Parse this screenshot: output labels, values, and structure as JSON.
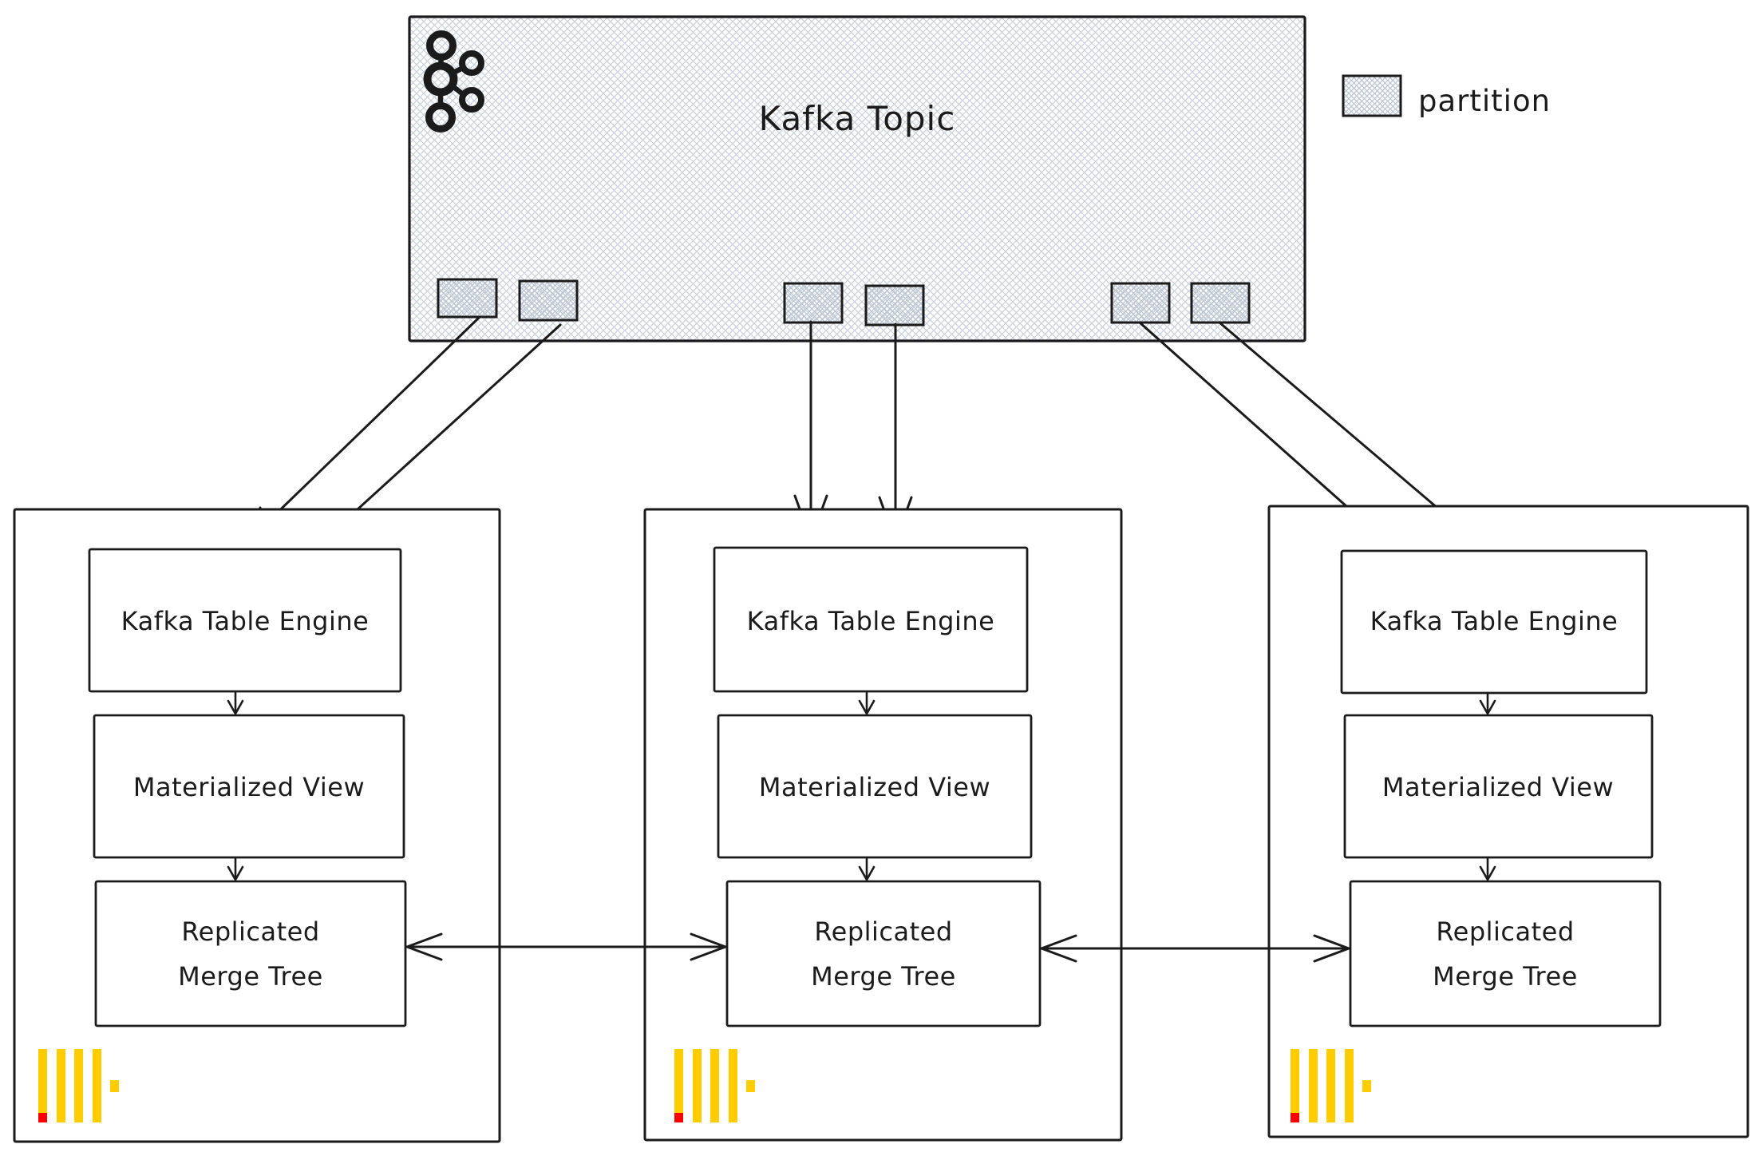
{
  "diagram": {
    "title": "Kafka Topic",
    "legend": {
      "label": "partition"
    },
    "topic": {
      "partition_count": 6
    },
    "nodes": [
      {
        "engine_label": "Kafka Table Engine",
        "view_label": "Materialized View",
        "merge_tree_line1": "Replicated",
        "merge_tree_line2": "Merge Tree"
      },
      {
        "engine_label": "Kafka Table Engine",
        "view_label": "Materialized View",
        "merge_tree_line1": "Replicated",
        "merge_tree_line2": "Merge Tree"
      },
      {
        "engine_label": "Kafka Table Engine",
        "view_label": "Materialized View",
        "merge_tree_line1": "Replicated",
        "merge_tree_line2": "Merge Tree"
      }
    ],
    "colors": {
      "clickhouse_yellow": "#ffcc00",
      "clickhouse_red": "#fb0000",
      "hatch": "#c9d0da",
      "hatch_dense": "#bcc5d2",
      "stroke": "#1b1b1b"
    }
  }
}
